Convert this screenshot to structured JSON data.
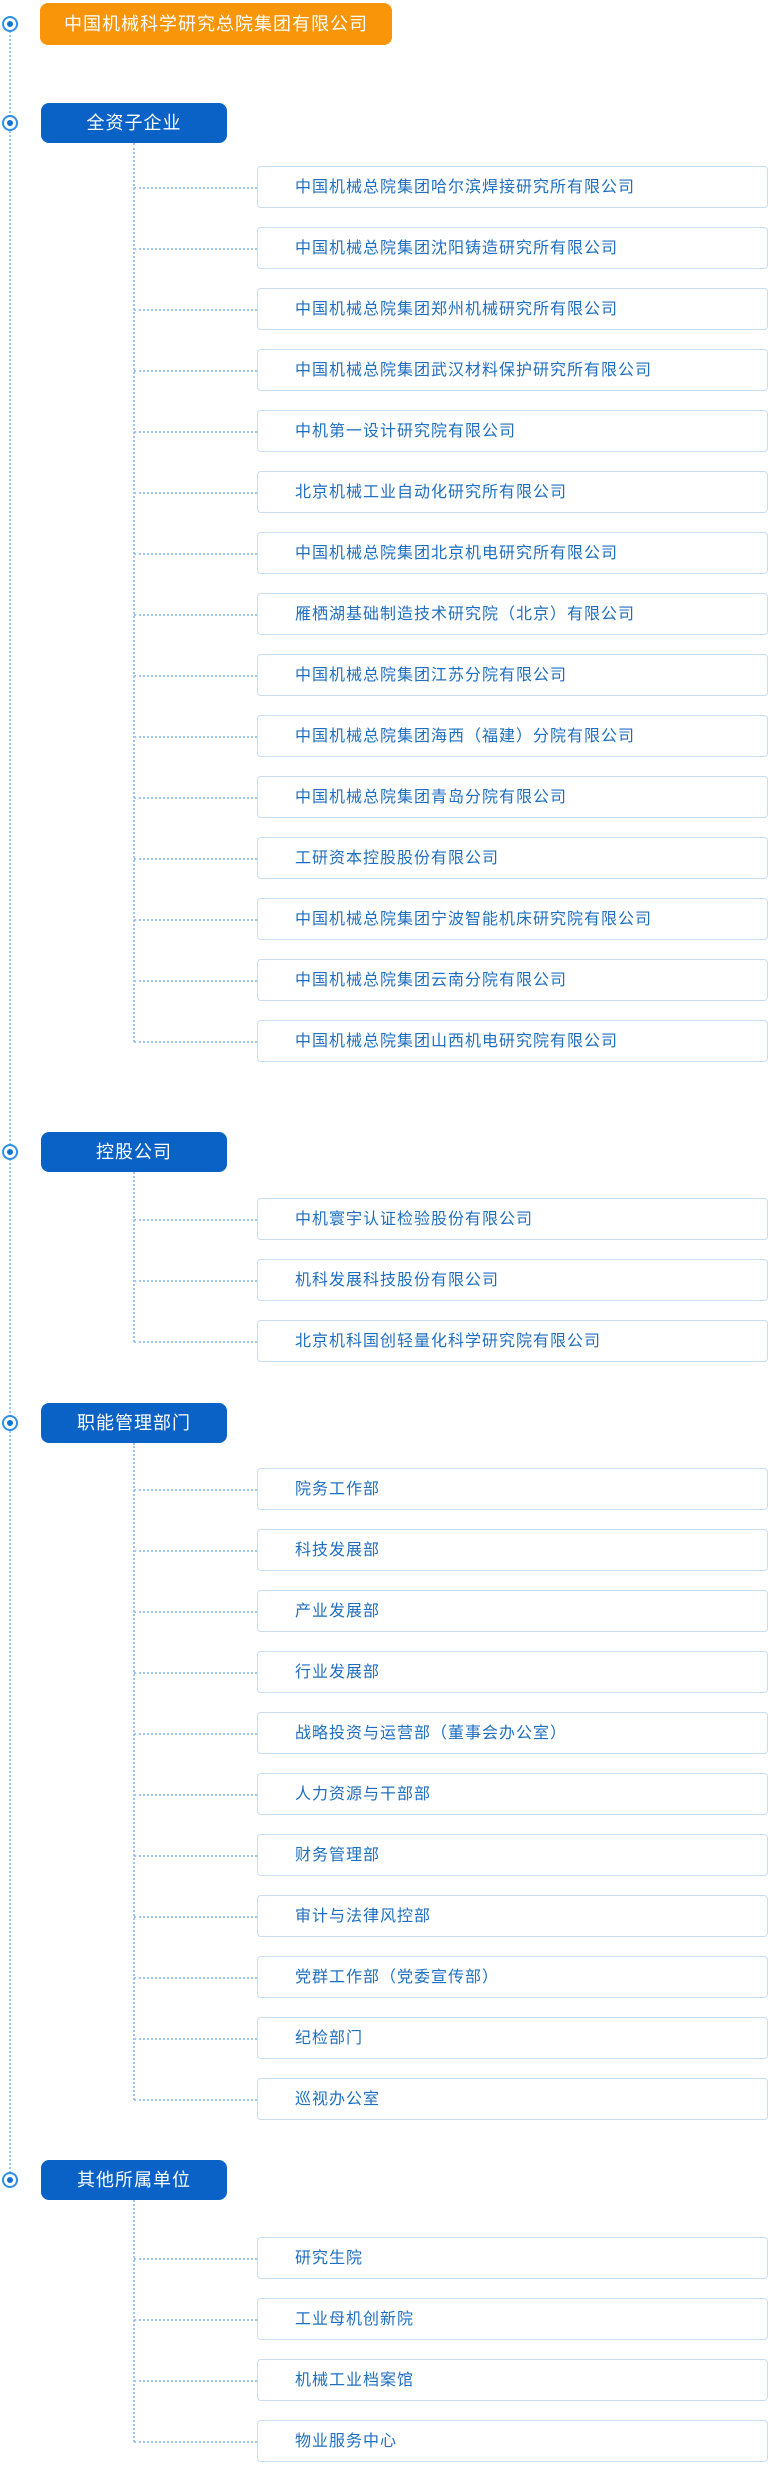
{
  "root": {
    "label": "中国机械科学研究总院集团有限公司"
  },
  "sections": [
    {
      "label": "全资子企业",
      "items": [
        "中国机械总院集团哈尔滨焊接研究所有限公司",
        "中国机械总院集团沈阳铸造研究所有限公司",
        "中国机械总院集团郑州机械研究所有限公司",
        "中国机械总院集团武汉材料保护研究所有限公司",
        "中机第一设计研究院有限公司",
        "北京机械工业自动化研究所有限公司",
        "中国机械总院集团北京机电研究所有限公司",
        "雁栖湖基础制造技术研究院（北京）有限公司",
        "中国机械总院集团江苏分院有限公司",
        "中国机械总院集团海西（福建）分院有限公司",
        "中国机械总院集团青岛分院有限公司",
        "工研资本控股股份有限公司",
        "中国机械总院集团宁波智能机床研究院有限公司",
        "中国机械总院集团云南分院有限公司",
        "中国机械总院集团山西机电研究院有限公司"
      ]
    },
    {
      "label": "控股公司",
      "items": [
        "中机寰宇认证检验股份有限公司",
        "机科发展科技股份有限公司",
        "北京机科国创轻量化科学研究院有限公司"
      ]
    },
    {
      "label": "职能管理部门",
      "items": [
        "院务工作部",
        "科技发展部",
        "产业发展部",
        "行业发展部",
        "战略投资与运营部（董事会办公室）",
        "人力资源与干部部",
        "财务管理部",
        "审计与法律风控部",
        "党群工作部（党委宣传部）",
        "纪检部门",
        "巡视办公室"
      ]
    },
    {
      "label": "其他所属单位",
      "items": [
        "研究生院",
        "工业母机创新院",
        "机械工业档案馆",
        "物业服务中心"
      ]
    }
  ],
  "colors": {
    "root_bg": "#F89508",
    "section_bg": "#0A62C6",
    "item_text": "#1F6FC1",
    "item_border": "#C9DDF1",
    "connector": "#9EC6EE",
    "icon_ring": "#2E8FE8",
    "icon_dot": "#1273D2"
  }
}
